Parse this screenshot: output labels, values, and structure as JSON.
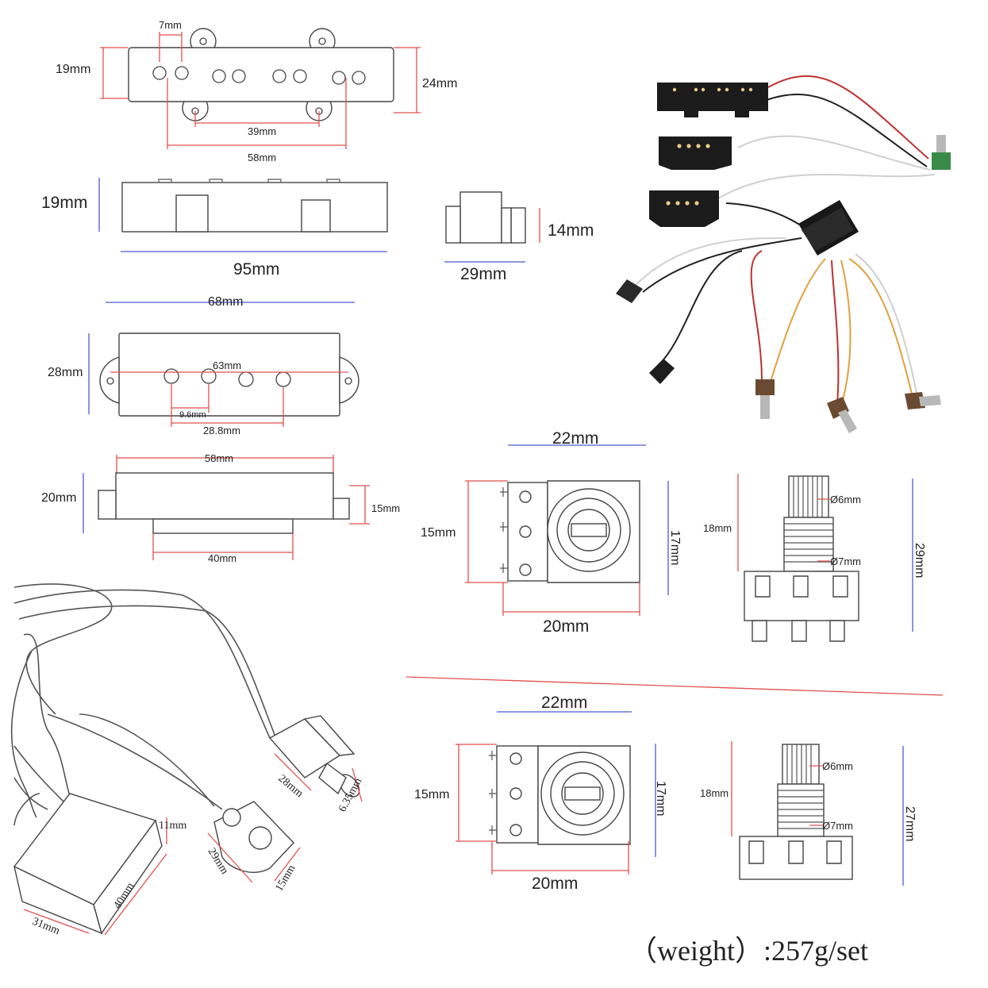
{
  "jazz_pickup_top": {
    "pole_spacing": "7mm",
    "height": "19mm",
    "mount_width": "24mm",
    "inner_mount": "39mm",
    "outer_mount": "58mm"
  },
  "jazz_pickup_side": {
    "height": "19mm",
    "length": "95mm"
  },
  "jazz_pickup_end": {
    "height": "14mm",
    "width": "29mm"
  },
  "p_pickup_top": {
    "overall": "68mm",
    "height": "28mm",
    "mount_span": "63mm",
    "pole_gap": "9.6mm",
    "pole_span": "28.8mm"
  },
  "p_pickup_side": {
    "top_length": "58mm",
    "height": "20mm",
    "right_height": "15mm",
    "base_length": "40mm"
  },
  "pot_a": {
    "width": "22mm",
    "left_height": "15mm",
    "right_height": "17mm",
    "bottom_width": "20mm",
    "shaft_dia": "Ø6mm",
    "thread_dia": "Ø7mm",
    "shaft_len": "18mm",
    "total_len": "29mm"
  },
  "pot_b": {
    "width": "22mm",
    "left_height": "15mm",
    "right_height": "17mm",
    "bottom_width": "20mm",
    "shaft_dia": "Ø6mm",
    "thread_dia": "Ø7mm",
    "shaft_len": "18mm",
    "total_len": "27mm"
  },
  "preamp": {
    "height": "11mm",
    "length": "40mm",
    "width": "31mm"
  },
  "battery_clip": {
    "length": "29mm",
    "width": "15mm"
  },
  "output_jack": {
    "length": "28mm",
    "diameter": "6.35mm"
  },
  "weight_note": "（weight）:257g/set",
  "colors": {
    "dimension_red": "#e2504f",
    "dimension_blue": "#4a5bd4",
    "pickup_black": "#1b1b1b",
    "pole_gold": "#e8c98a"
  },
  "icons": [
    "jazz-pickup-photo",
    "p-pickup-photo",
    "preamp-photo",
    "potentiometer-photo",
    "output-jack-photo",
    "battery-clip-photo"
  ]
}
